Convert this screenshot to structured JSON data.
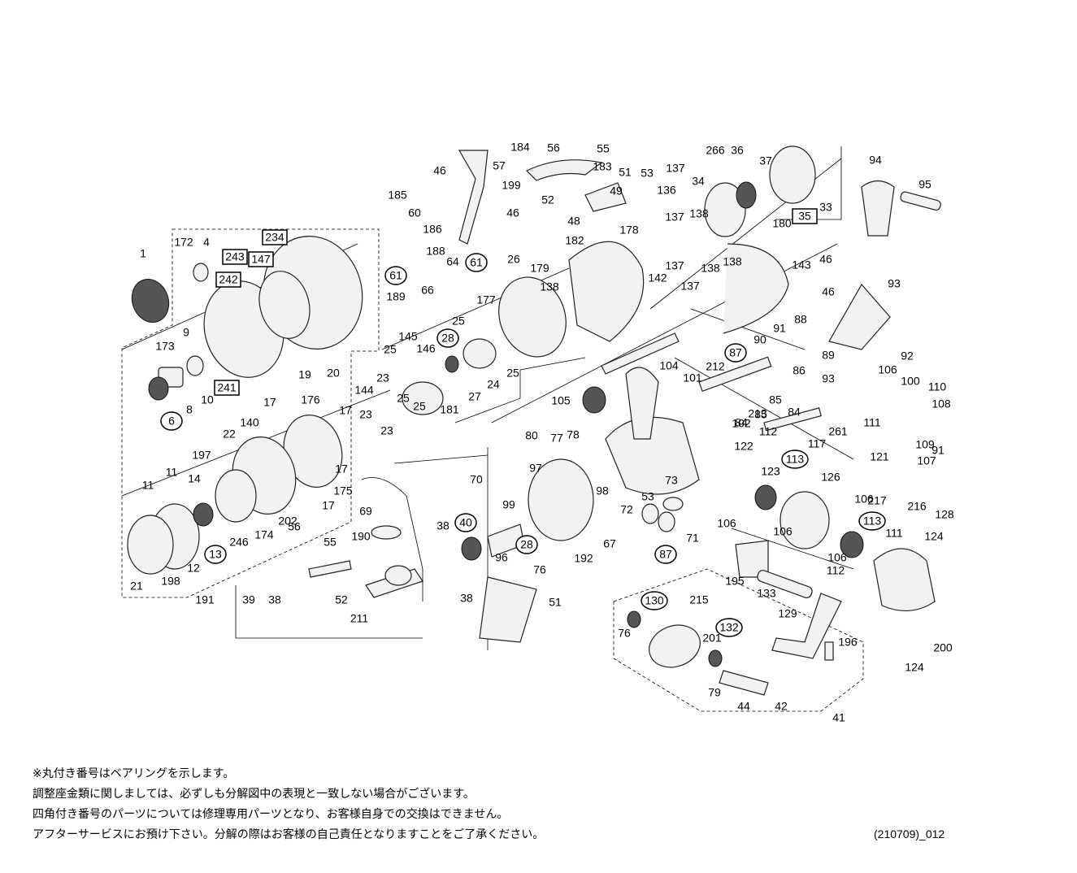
{
  "callouts": {
    "plain": [
      "1",
      "4",
      "172",
      "9",
      "173",
      "8",
      "10",
      "17",
      "176",
      "19",
      "20",
      "140",
      "22",
      "197",
      "11",
      "14",
      "12",
      "21",
      "198",
      "246",
      "174",
      "202",
      "175",
      "185",
      "60",
      "186",
      "188",
      "64",
      "189",
      "66",
      "177",
      "25",
      "26",
      "145",
      "146",
      "27",
      "24",
      "23",
      "144",
      "181",
      "46",
      "57",
      "199",
      "184",
      "56",
      "55",
      "183",
      "51",
      "53",
      "52",
      "49",
      "48",
      "182",
      "178",
      "179",
      "138",
      "137",
      "136",
      "34",
      "266",
      "36",
      "37",
      "33",
      "180",
      "142",
      "143",
      "94",
      "95",
      "93",
      "92",
      "89",
      "88",
      "91",
      "90",
      "86",
      "85",
      "84",
      "213",
      "212",
      "101",
      "102",
      "104",
      "105",
      "106",
      "100",
      "110",
      "108",
      "109",
      "107",
      "111",
      "112",
      "261",
      "117",
      "121",
      "122",
      "123",
      "126",
      "217",
      "216",
      "128",
      "124",
      "133",
      "195",
      "129",
      "196",
      "200",
      "201",
      "215",
      "76",
      "79",
      "44",
      "42",
      "41",
      "80",
      "77",
      "78",
      "97",
      "99",
      "96",
      "98",
      "192",
      "67",
      "53",
      "73",
      "72",
      "71",
      "70",
      "69",
      "190",
      "55",
      "56",
      "38",
      "39",
      "191",
      "52",
      "211"
    ],
    "circled": [
      "6",
      "13",
      "61",
      "28",
      "40",
      "87",
      "113",
      "130",
      "132"
    ],
    "boxed": [
      "234",
      "243",
      "147",
      "242",
      "241",
      "35"
    ]
  },
  "notes": [
    "※丸付き番号はベアリングを示します。",
    "調整座金類に関しましては、必ずしも分解図中の表現と一致しない場合がございます。",
    "四角付き番号のパーツについては修理専用パーツとなり、お客様自身での交換はできません。",
    "アフターサービスにお預け下さい。分解の際はお客様の自己責任となりますことをご了承ください。"
  ],
  "code": "(210709)_012"
}
